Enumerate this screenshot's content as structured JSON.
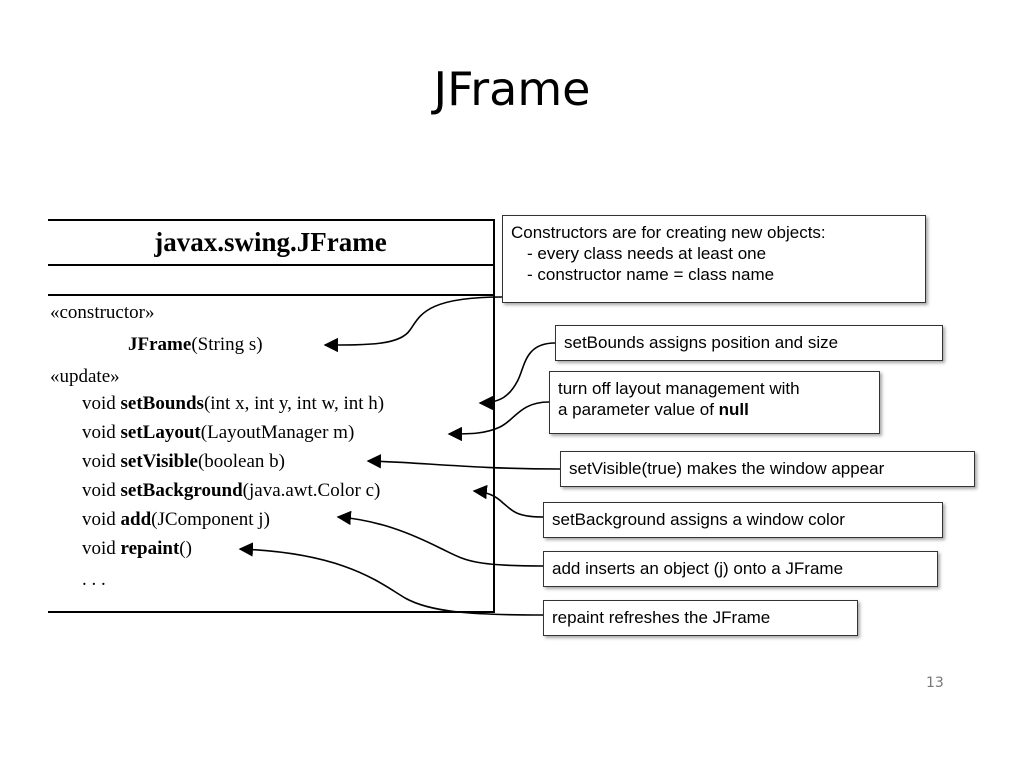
{
  "slide": {
    "title": "JFrame"
  },
  "uml": {
    "class_name": "javax.swing.JFrame",
    "stereotype_constructor": "«constructor»",
    "constructor": {
      "name": "JFrame",
      "params": "(String s)"
    },
    "stereotype_update": "«update»",
    "methods": [
      {
        "ret": "void ",
        "name": "setBounds",
        "params": "(int x, int y, int w, int h)"
      },
      {
        "ret": "void ",
        "name": "setLayout",
        "params": "(LayoutManager m)"
      },
      {
        "ret": "void ",
        "name": "setVisible",
        "params": "(boolean b)"
      },
      {
        "ret": "void ",
        "name": "setBackground",
        "params": "(java.awt.Color c)"
      },
      {
        "ret": "void ",
        "name": "add",
        "params": "(JComponent j)"
      },
      {
        "ret": "void ",
        "name": "repaint",
        "params": "()"
      }
    ],
    "ellipsis": ". . ."
  },
  "notes": {
    "constructors": {
      "line1": "Constructors are for creating new objects:",
      "line2": "- every class needs at least one",
      "line3": "- constructor name = class name"
    },
    "setBounds": "setBounds assigns position and size",
    "setLayout": {
      "line1": "turn off layout management with",
      "line2_prefix": "a parameter value of ",
      "line2_bold": "null"
    },
    "setVisible": "setVisible(true) makes the window appear",
    "setBackground": "setBackground assigns a window color",
    "add": "add inserts an object (j) onto a JFrame",
    "repaint": "repaint refreshes the JFrame"
  },
  "slide_number": "13"
}
